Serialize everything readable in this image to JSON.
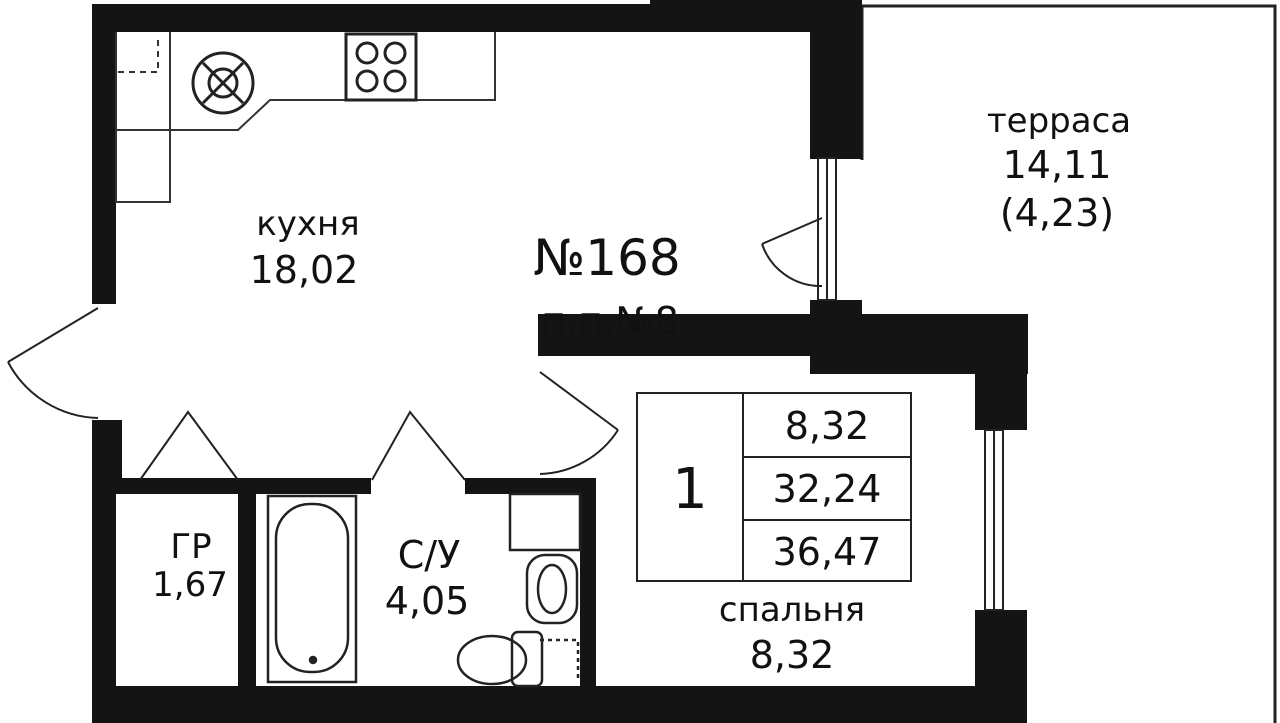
{
  "plan": {
    "apartment_number": "№168",
    "lot_number": "п.п.№8",
    "room_count": "1",
    "areas_table": [
      "8,32",
      "32,24",
      "36,47"
    ]
  },
  "rooms": {
    "kitchen": {
      "name": "кухня",
      "area": "18,02"
    },
    "terrace": {
      "name": "терраса",
      "area": "14,11",
      "area_reduced": "(4,23)"
    },
    "wardrobe": {
      "name": "ГР",
      "area": "1,67"
    },
    "bathroom": {
      "name": "С/У",
      "area": "4,05"
    },
    "bedroom": {
      "name": "спальня",
      "area": "8,32"
    }
  }
}
